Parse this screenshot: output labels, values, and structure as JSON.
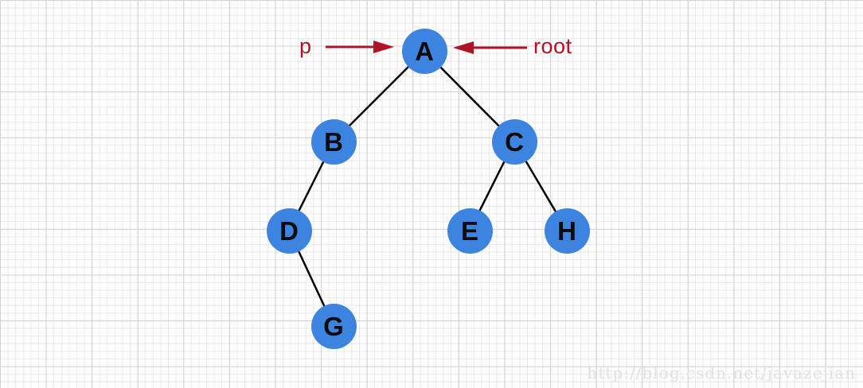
{
  "diagram": {
    "type": "binary-tree",
    "nodes": [
      {
        "id": "A",
        "label": "A"
      },
      {
        "id": "B",
        "label": "B"
      },
      {
        "id": "C",
        "label": "C"
      },
      {
        "id": "D",
        "label": "D"
      },
      {
        "id": "E",
        "label": "E"
      },
      {
        "id": "H",
        "label": "H"
      },
      {
        "id": "G",
        "label": "G"
      }
    ],
    "edges": [
      {
        "from": "A",
        "to": "B"
      },
      {
        "from": "A",
        "to": "C"
      },
      {
        "from": "B",
        "to": "D"
      },
      {
        "from": "C",
        "to": "E"
      },
      {
        "from": "C",
        "to": "H"
      },
      {
        "from": "D",
        "to": "G"
      }
    ],
    "annotations": {
      "p_label": "p",
      "root_label": "root"
    }
  },
  "watermark": "http://blog.csdn.net/javazejian",
  "colors": {
    "node_fill": "#3d84e1",
    "node_text": "#0b0b0b",
    "edge": "#000000",
    "arrow": "#b01228",
    "watermark": "#e3e1dc",
    "grid_minor": "#e9e9e9",
    "grid_major": "#d2d2d2"
  }
}
